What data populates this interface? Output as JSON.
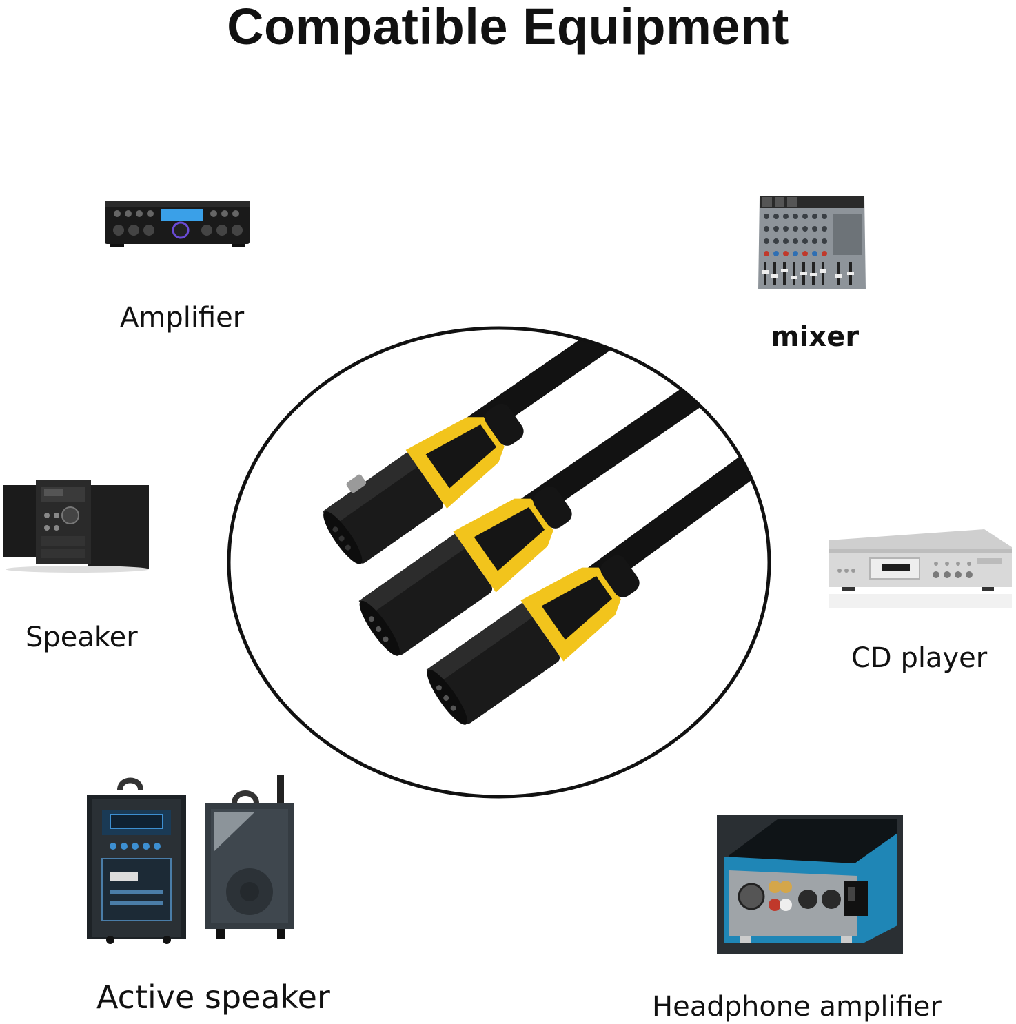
{
  "page": {
    "title": "Compatible Equipment",
    "colors": {
      "background": "#ffffff",
      "text": "#111111",
      "connector_accent": "#f2c41c",
      "cable": "#121212",
      "device_dark": "#1c1c1c",
      "mixer_panel": "#9aa0a6",
      "cd_player_silver": "#d9d9d9",
      "headphone_amp_blue": "#1f86b6"
    }
  },
  "equipment": [
    {
      "id": "amplifier",
      "label": "Amplifier",
      "icon": "amplifier-icon"
    },
    {
      "id": "mixer",
      "label": "mixer",
      "icon": "mixer-icon"
    },
    {
      "id": "speaker",
      "label": "Speaker",
      "icon": "speaker-icon"
    },
    {
      "id": "cd-player",
      "label": "CD player",
      "icon": "cd-player-icon"
    },
    {
      "id": "active-speaker",
      "label": "Active speaker",
      "icon": "active-speaker-icon"
    },
    {
      "id": "headphone-amplifier",
      "label": "Headphone amplifier",
      "icon": "headphone-amplifier-icon"
    }
  ],
  "center_image": {
    "icon": "xlr-cable-icon"
  }
}
